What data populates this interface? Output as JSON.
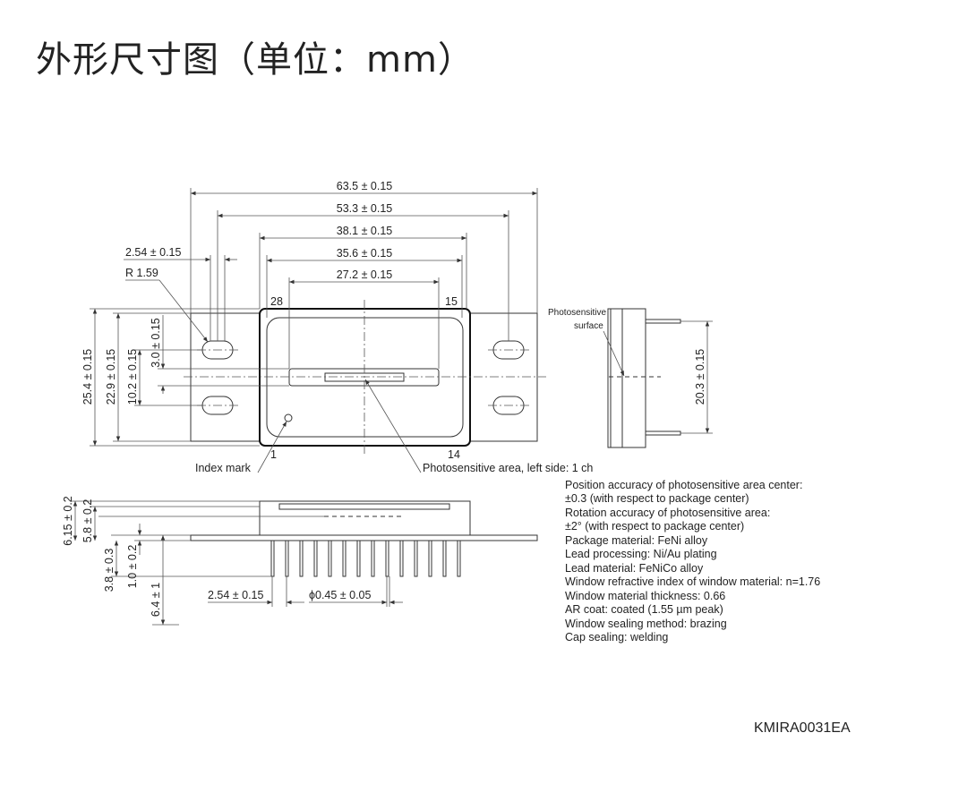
{
  "title": "外形尺寸图（单位：mm）",
  "dimensions": {
    "overall_length": "63.5 ± 0.15",
    "hole_pitch": "53.3 ± 0.15",
    "package_body": "38.1 ± 0.15",
    "window_outer": "35.6 ± 0.15",
    "window_inner": "27.2 ± 0.15",
    "pin_pitch_top": "2.54 ± 0.15",
    "radius": "R 1.59",
    "height_overall": "25.4 ± 0.15",
    "height_body": "22.9 ± 0.15",
    "hole_spacing": "10.2 ± 0.15",
    "hole_offset": "3.0 ± 0.15",
    "side_pin_span": "20.3 ± 0.15",
    "total_height": "6.15 ± 0.2",
    "cap_height": "5.8 ± 0.2",
    "pin_length_a": "3.8 ± 0.3",
    "flange_thickness": "1.0 ± 0.2",
    "pin_length_b": "6.4 ± 1",
    "pin_pitch_bottom": "2.54 ± 0.15",
    "pin_diameter": "ϕ0.45 ± 0.05"
  },
  "pins": {
    "p28": "28",
    "p15": "15",
    "p1": "1",
    "p14": "14"
  },
  "labels": {
    "index_mark": "Index mark",
    "photosensitive_area": "Photosensitive area, left side: 1 ch",
    "photosensitive_surface_1": "Photosensitive",
    "photosensitive_surface_2": "surface"
  },
  "specs": [
    "Position accuracy of photosensitive area center:",
    "±0.3 (with respect to package center)",
    "Rotation accuracy of photosensitive area:",
    "±2° (with respect to package center)",
    "Package material: FeNi alloy",
    "Lead processing: Ni/Au plating",
    "Lead material: FeNiCo alloy",
    "Window refractive index of window material: n=1.76",
    "Window material thickness: 0.66",
    "AR coat: coated (1.55 µm peak)",
    "Window sealing method: brazing",
    "Cap sealing: welding"
  ],
  "drawing_code": "KMIRA0031EA"
}
